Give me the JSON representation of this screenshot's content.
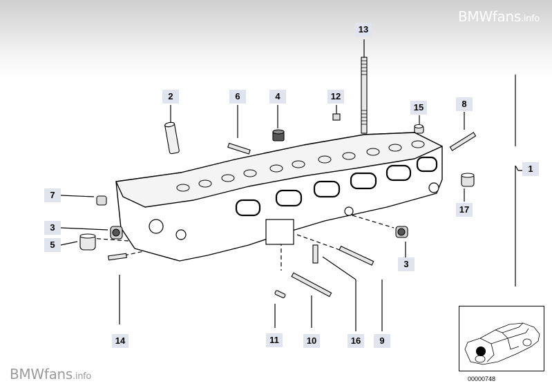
{
  "watermark": {
    "brand": "BMWfans",
    "suffix": ".info"
  },
  "callouts": [
    {
      "id": "callout-13",
      "label": "13"
    },
    {
      "id": "callout-2",
      "label": "2"
    },
    {
      "id": "callout-6",
      "label": "6"
    },
    {
      "id": "callout-4",
      "label": "4"
    },
    {
      "id": "callout-12",
      "label": "12"
    },
    {
      "id": "callout-15",
      "label": "15"
    },
    {
      "id": "callout-8",
      "label": "8"
    },
    {
      "id": "callout-1",
      "label": "1"
    },
    {
      "id": "callout-7",
      "label": "7"
    },
    {
      "id": "callout-17",
      "label": "17"
    },
    {
      "id": "callout-3a",
      "label": "3"
    },
    {
      "id": "callout-5",
      "label": "5"
    },
    {
      "id": "callout-3b",
      "label": "3"
    },
    {
      "id": "callout-14",
      "label": "14"
    },
    {
      "id": "callout-11",
      "label": "11"
    },
    {
      "id": "callout-10",
      "label": "10"
    },
    {
      "id": "callout-16",
      "label": "16"
    },
    {
      "id": "callout-9",
      "label": "9"
    }
  ],
  "inset": {
    "doc_number": "00000748"
  }
}
